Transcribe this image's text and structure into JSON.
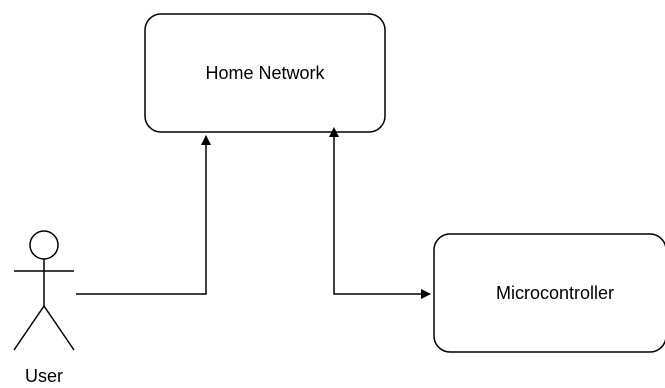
{
  "diagram": {
    "nodes": {
      "home_network": {
        "label": "Home Network"
      },
      "microcontroller": {
        "label": "Microcontroller"
      },
      "user": {
        "label": "User"
      }
    },
    "edges": [
      {
        "from": "User",
        "to": "Home Network",
        "arrowheads": [
          "end"
        ]
      },
      {
        "from": "Home Network",
        "to": "Microcontroller",
        "arrowheads": [
          "start",
          "end"
        ]
      }
    ],
    "colors": {
      "stroke": "#000000",
      "fill": "#ffffff"
    }
  }
}
